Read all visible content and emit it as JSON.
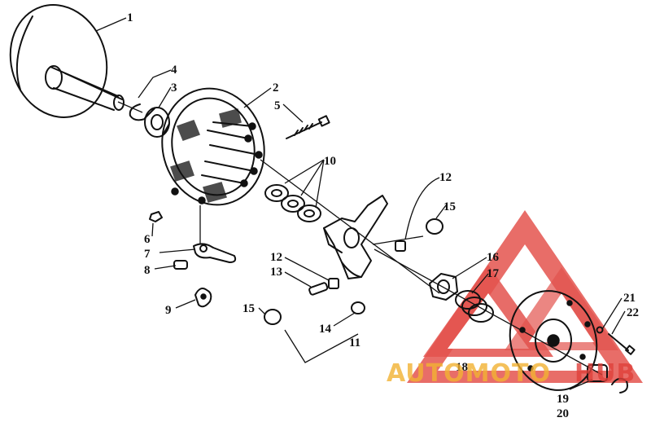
{
  "diagram": {
    "callouts": [
      "1",
      "2",
      "3",
      "4",
      "5",
      "6",
      "7",
      "8",
      "9",
      "10",
      "11",
      "12",
      "12",
      "13",
      "14",
      "15",
      "15",
      "16",
      "17",
      "18",
      "19",
      "20",
      "21",
      "22"
    ]
  },
  "watermark": {
    "word_left": "AUTOMOTO",
    "word_right": "HUB",
    "red": "#e0413b",
    "amber": "#f2b233"
  }
}
